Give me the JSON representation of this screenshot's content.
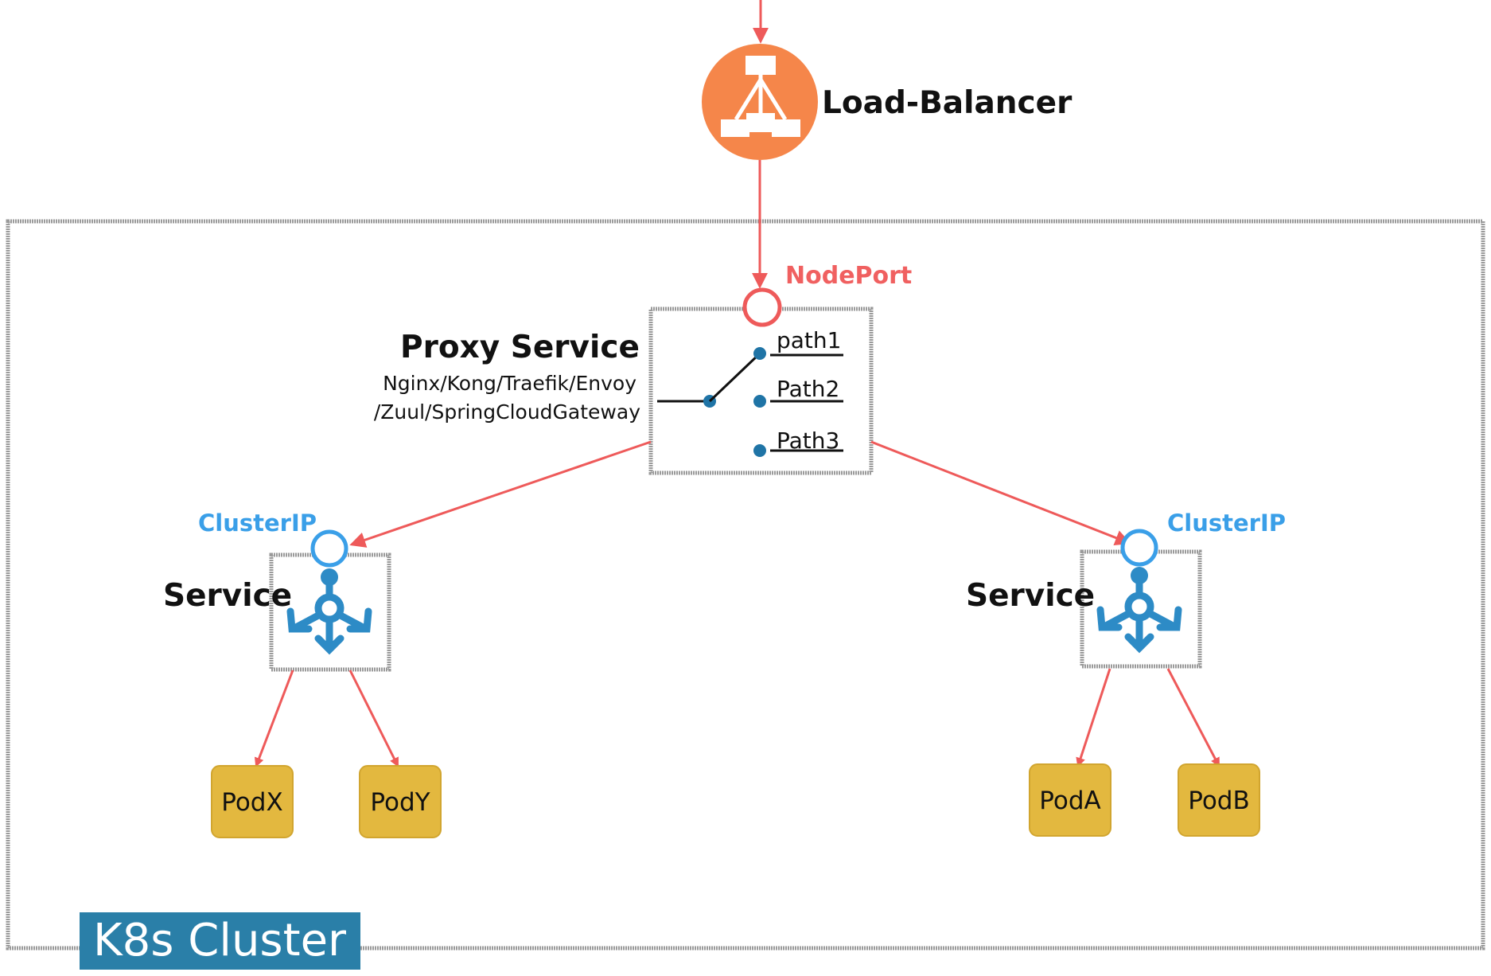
{
  "load_balancer": {
    "label": "Load-Balancer"
  },
  "nodeport": {
    "label": "NodePort",
    "color": "#f06060"
  },
  "proxy_service": {
    "title": "Proxy Service",
    "tech_line1": "Nginx/Kong/Traefik/Envoy",
    "tech_line2": "/Zuul/SpringCloudGateway",
    "paths": [
      "path1",
      "Path2",
      "Path3"
    ]
  },
  "services": [
    {
      "label": "Service",
      "clusterip": "ClusterIP",
      "pods": [
        "PodX",
        "PodY"
      ]
    },
    {
      "label": "Service",
      "clusterip": "ClusterIP",
      "pods": [
        "PodA",
        "PodB"
      ]
    }
  ],
  "cluster": {
    "label": "K8s Cluster"
  },
  "colors": {
    "arrow": "#ee5a5a",
    "clusterip": "#3a9fe8",
    "service_icon": "#2d8bc6",
    "load_balancer": "#f5864a",
    "pod": "#e3b83f",
    "cluster_badge": "#2a7fa8",
    "border": "#9a9a9a",
    "switch_dot": "#1f74a6"
  }
}
